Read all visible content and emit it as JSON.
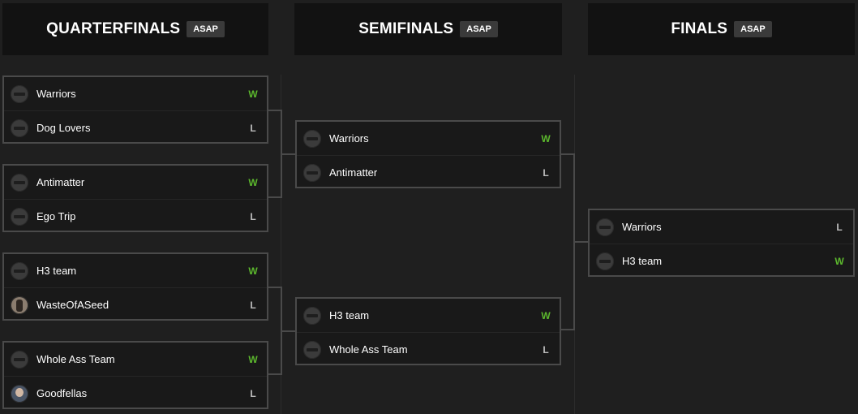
{
  "columns": [
    {
      "title": "QUARTERFINALS",
      "badge": "ASAP"
    },
    {
      "title": "SEMIFINALS",
      "badge": "ASAP"
    },
    {
      "title": "FINALS",
      "badge": "ASAP"
    }
  ],
  "quarterfinals": [
    {
      "team1": {
        "name": "Warriors",
        "result": "W"
      },
      "team2": {
        "name": "Dog Lovers",
        "result": "L"
      }
    },
    {
      "team1": {
        "name": "Antimatter",
        "result": "W"
      },
      "team2": {
        "name": "Ego Trip",
        "result": "L"
      }
    },
    {
      "team1": {
        "name": "H3 team",
        "result": "W"
      },
      "team2": {
        "name": "WasteOfASeed",
        "result": "L"
      }
    },
    {
      "team1": {
        "name": "Whole Ass Team",
        "result": "W"
      },
      "team2": {
        "name": "Goodfellas",
        "result": "L"
      }
    }
  ],
  "semifinals": [
    {
      "team1": {
        "name": "Warriors",
        "result": "W"
      },
      "team2": {
        "name": "Antimatter",
        "result": "L"
      }
    },
    {
      "team1": {
        "name": "H3 team",
        "result": "W"
      },
      "team2": {
        "name": "Whole Ass Team",
        "result": "L"
      }
    }
  ],
  "finals": [
    {
      "team1": {
        "name": "Warriors",
        "result": "L"
      },
      "team2": {
        "name": "H3 team",
        "result": "W"
      }
    }
  ],
  "colors": {
    "win": "#5cb82d",
    "loss": "#bdbdbd",
    "border": "#4a4a4a"
  }
}
